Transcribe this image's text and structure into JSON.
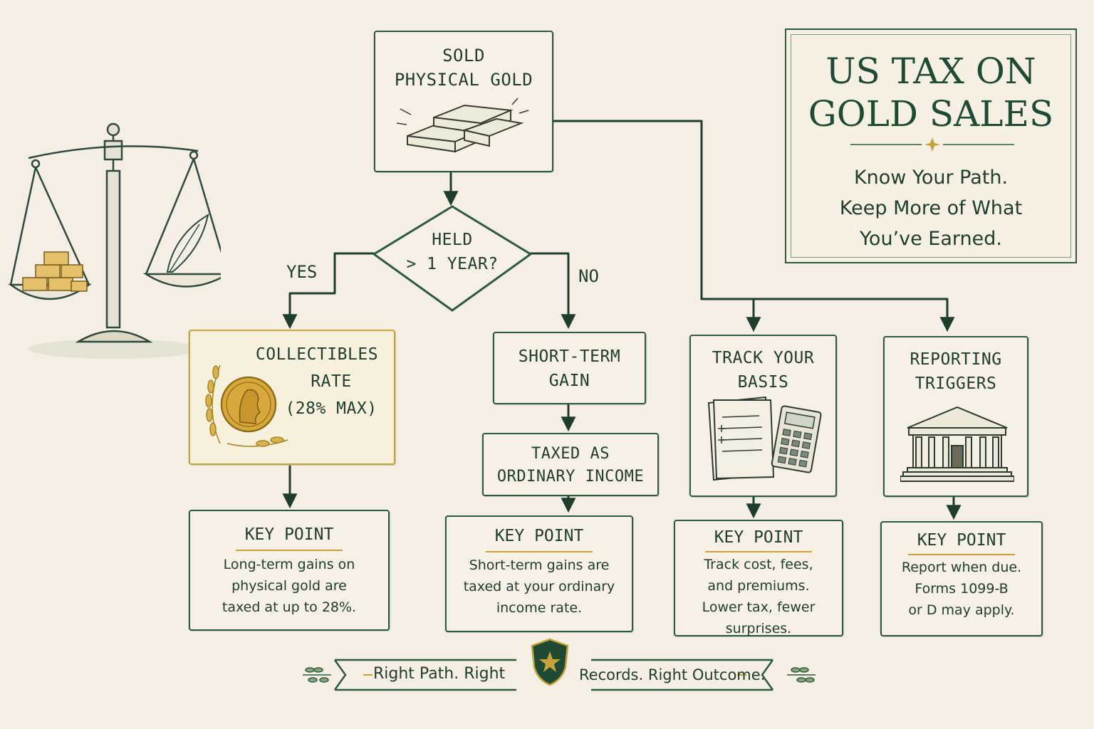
{
  "title": {
    "main": "US TAX ON\nGOLD SALES",
    "subtitle": "Know Your Path.\nKeep More of What\nYou’ve Earned."
  },
  "start": {
    "label": "SOLD\nPHYSICAL GOLD"
  },
  "decision": {
    "label": "HELD\n> 1 YEAR?",
    "yes": "YES",
    "no": "NO"
  },
  "collectibles": {
    "line1": "COLLECTIBLES",
    "line2": "RATE",
    "line3": "(28% MAX)"
  },
  "short_term": {
    "label": "SHORT-TERM\nGAIN"
  },
  "ordinary": {
    "label": "TAXED AS\nORDINARY INCOME"
  },
  "basis": {
    "label": "TRACK YOUR\nBASIS"
  },
  "reporting": {
    "label": "REPORTING\nTRIGGERS"
  },
  "key_points": [
    {
      "title": "KEY POINT",
      "text": "Long-term gains on\nphysical gold are\ntaxed at up to 28%."
    },
    {
      "title": "KEY POINT",
      "text": "Short-term gains are\ntaxed at your ordinary\nincome rate."
    },
    {
      "title": "KEY POINT",
      "text": "Track cost, fees,\nand premiums.\nLower tax, fewer\nsurprises."
    },
    {
      "title": "KEY POINT",
      "text": "Report when due.\nForms 1099-B\nor D may apply."
    }
  ],
  "banner": {
    "left": "Right Path. Right",
    "right": "Records. Right Outcome."
  },
  "colors": {
    "green": "#2d5a3d",
    "gold": "#c9a13a",
    "paper": "#f4efe2"
  }
}
